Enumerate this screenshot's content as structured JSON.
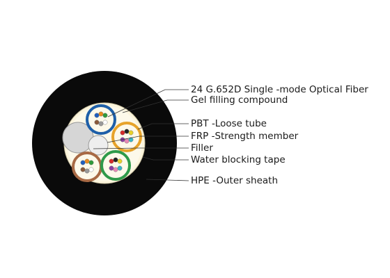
{
  "labels": {
    "fiber": "24 G.652D Single -mode Optical Fiber",
    "gel": "Gel filling compound",
    "loose_tube": "PBT -Loose tube",
    "frp": "FRP -Strength member",
    "filler": "Filler",
    "tape": "Water blocking tape",
    "sheath": "HPE -Outer sheath"
  },
  "colors": {
    "sheath": "#0a0a0a",
    "tape": "#fbf4dc",
    "gel": "#fdf9ea",
    "filler": "#d6d6d6",
    "frp": "#eeeeee",
    "tube_blue": "#1e5fa8",
    "tube_orange": "#e7a32a",
    "tube_brown": "#a86a45",
    "tube_green": "#2e9a4a",
    "leader_line": "#333333"
  },
  "fiber_colors": [
    "#1f5fbf",
    "#e98a1f",
    "#2f9a3a",
    "#8a5a3a",
    "#9a9a9a",
    "#ffffff",
    "#d62a2a",
    "#222222",
    "#e8d12a",
    "#8b3fa3",
    "#e889b5",
    "#38b6c8"
  ]
}
